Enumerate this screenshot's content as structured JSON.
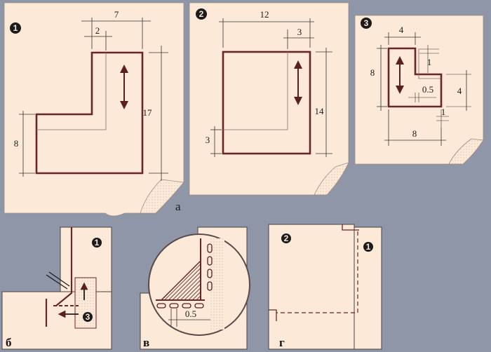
{
  "colors": {
    "background": "#8f96a7",
    "paper": "#fde9d8",
    "paper_shadow": "#f3d7c4",
    "outline": "#6a2626",
    "ink": "#1b1b1b",
    "arrow": "#5a2020",
    "hatch": "#6a4040"
  },
  "caption_a": "а",
  "panel1": {
    "number": "1",
    "dims": {
      "top_width": "7",
      "notch_width": "2",
      "total_height": "17",
      "low_height": "8"
    }
  },
  "panel2": {
    "number": "2",
    "dims": {
      "width": "12",
      "inset": "3",
      "height": "14",
      "bottom_inset": "3"
    }
  },
  "panel3": {
    "number": "3",
    "dims": {
      "top_width": "4",
      "height": "8",
      "inset_top": "1",
      "seam": "0.5",
      "right_height": "4",
      "bottom_small": "1",
      "bottom_width": "8"
    }
  },
  "bottom": {
    "caption_b": "б",
    "caption_v": "в",
    "caption_g": "г",
    "b_num_1": "1",
    "b_num_3": "3",
    "v_seam": "0.5",
    "g_num_2": "2",
    "g_num_1": "1"
  }
}
